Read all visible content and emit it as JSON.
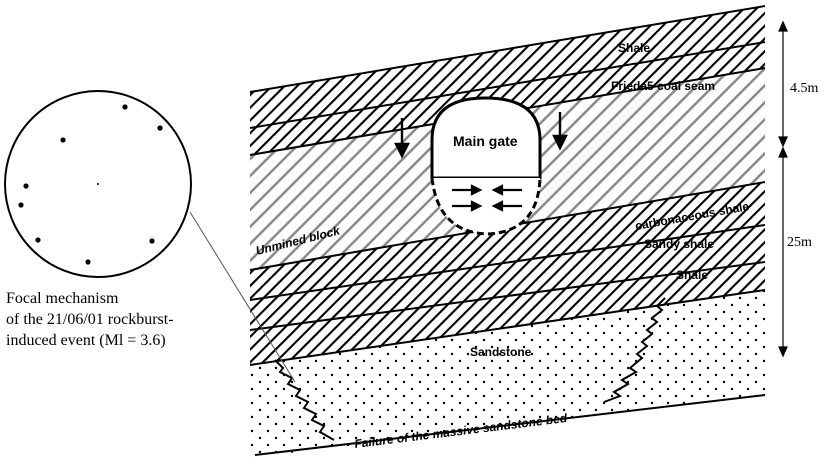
{
  "labels": {
    "shale_top": "Shale",
    "coal_seam": "Frieda5 coal seam",
    "main_gate": "Main gate",
    "carbonaceous_shale": "carbonaceous shale",
    "sandy_shale": "Sandy shale",
    "shale_mid": "Shale",
    "unmined_block": "Unmined block",
    "sandstone": "Sandstone",
    "failure": "Failure of  the massive sandstone bed"
  },
  "dimensions": {
    "top": "4.5m",
    "bottom": "25m"
  },
  "focal_mechanism": {
    "line1": "Focal mechanism",
    "line2": "of the 21/06/01 rockburst-",
    "line3": "induced event (Ml = 3.6)"
  }
}
